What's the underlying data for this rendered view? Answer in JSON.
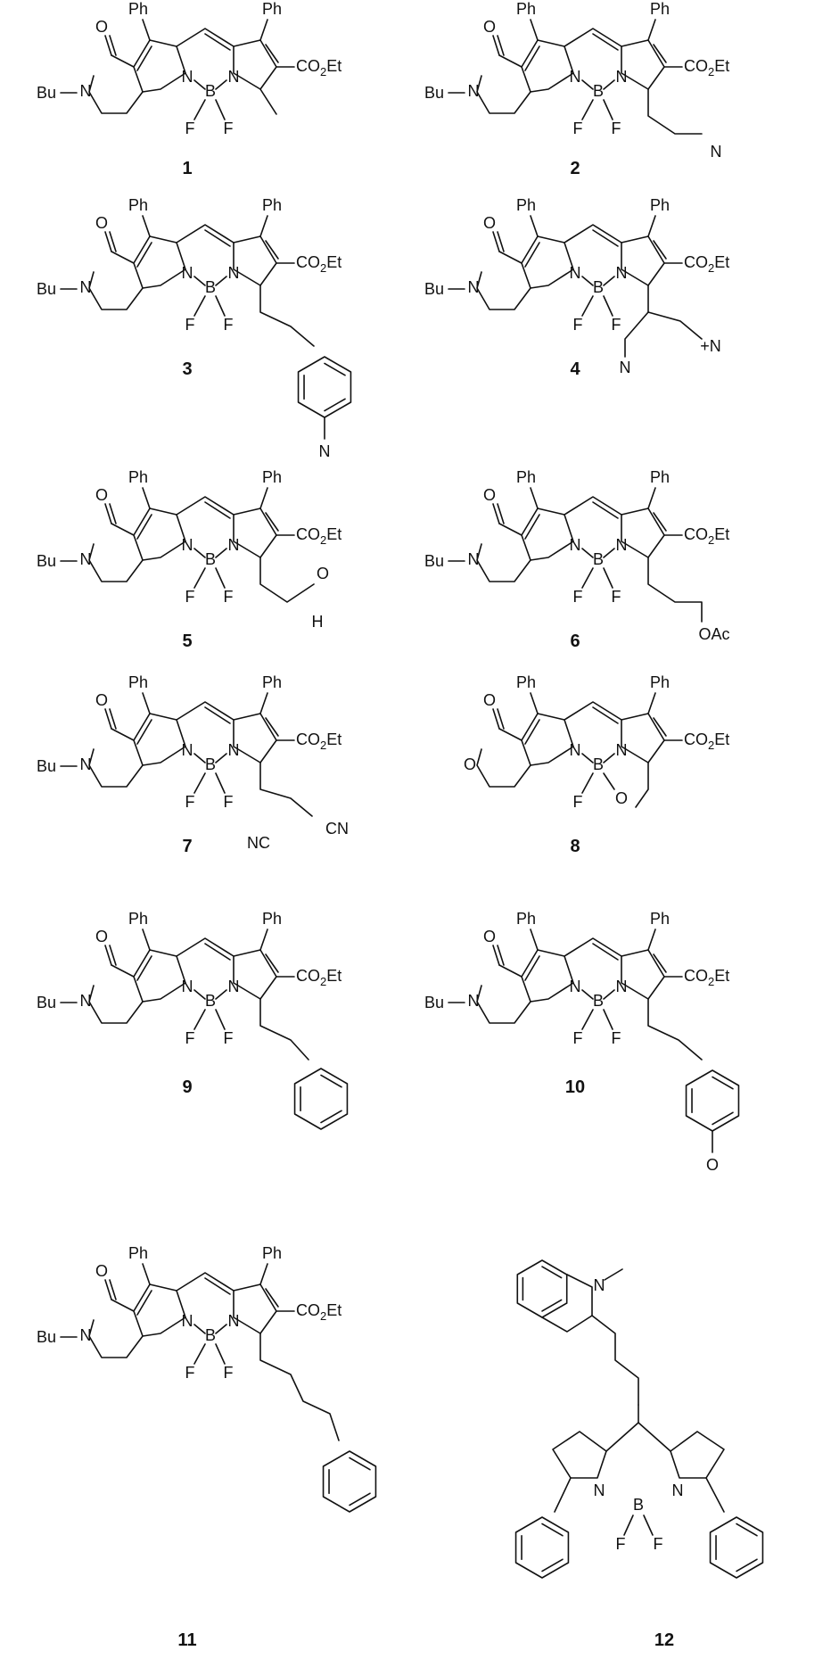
{
  "figure": {
    "compounds": [
      {
        "number": "1",
        "substituent": "",
        "top_left": "Ph",
        "top_right": "Ph",
        "ester": "CO2Et",
        "left_amide": "Bu",
        "core": "N B N",
        "bf": "F F"
      },
      {
        "number": "2",
        "substituent": "N",
        "top_left": "Ph",
        "top_right": "Ph",
        "ester": "CO2Et",
        "left_amide": "Bu",
        "core": "N B N",
        "bf": "F F"
      },
      {
        "number": "3",
        "substituent": "N",
        "top_left": "Ph",
        "top_right": "Ph",
        "ester": "CO2Et",
        "left_amide": "Bu",
        "core": "N B N",
        "bf": "F F"
      },
      {
        "number": "4",
        "substituent": "N +N",
        "top_left": "Ph",
        "top_right": "Ph",
        "ester": "CO2Et",
        "left_amide": "Bu",
        "core": "N B N",
        "bf": "F F"
      },
      {
        "number": "5",
        "substituent": "O H",
        "top_left": "Ph",
        "top_right": "Ph",
        "ester": "CO2Et",
        "left_amide": "Bu",
        "core": "N B N",
        "bf": "F F"
      },
      {
        "number": "6",
        "substituent": "OAc",
        "top_left": "Ph",
        "top_right": "Ph",
        "ester": "CO2Et",
        "left_amide": "Bu",
        "core": "N B N",
        "bf": "F F"
      },
      {
        "number": "7",
        "substituent": "NC CN",
        "top_left": "Ph",
        "top_right": "Ph",
        "ester": "CO2Et",
        "left_amide": "Bu",
        "core": "N B N",
        "bf": "F F"
      },
      {
        "number": "8",
        "substituent": "O",
        "top_left": "Ph",
        "top_right": "Ph",
        "ester": "CO2Et",
        "left_amide": "",
        "core": "N B N",
        "bf": "F"
      },
      {
        "number": "9",
        "substituent": "",
        "top_left": "Ph",
        "top_right": "Ph",
        "ester": "CO2Et",
        "left_amide": "Bu",
        "core": "N B N",
        "bf": "F F"
      },
      {
        "number": "10",
        "substituent": "O",
        "top_left": "Ph",
        "top_right": "Ph",
        "ester": "CO2Et",
        "left_amide": "Bu",
        "core": "N B N",
        "bf": "F F"
      },
      {
        "number": "11",
        "substituent": "",
        "top_left": "Ph",
        "top_right": "Ph",
        "ester": "CO2Et",
        "left_amide": "Bu",
        "core": "N B N",
        "bf": "F F"
      },
      {
        "number": "12",
        "substituent": "N",
        "top_left": "",
        "top_right": "",
        "ester": "",
        "left_amide": "",
        "core": "N B N",
        "bf": "F F"
      }
    ]
  }
}
